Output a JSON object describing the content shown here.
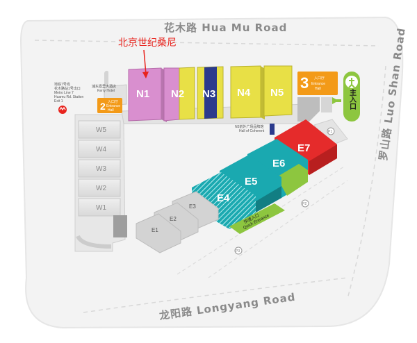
{
  "annotation": {
    "text": "北京世纪桑尼",
    "color": "#e8231d"
  },
  "roads": {
    "north": "花木路  Hua Mu Road",
    "east": "罗山路  Luo Shan Road",
    "south": "龙阳路  Longyang Road"
  },
  "metro": {
    "line1": "地铁7号线",
    "line2": "花木路站1号出口",
    "line3": "Metro Line 7",
    "line4": "Huamu Rd. Station",
    "line5": "Exit 1"
  },
  "hotel": {
    "zh": "浦东嘉里大酒店",
    "en": "Kerry Hotel"
  },
  "entrance_hall_2": {
    "num": "2",
    "zh": "入口厅",
    "en1": "Entrance",
    "en2": "Hall"
  },
  "entrance_hall_3": {
    "num": "3",
    "zh": "入口厅",
    "en1": "Entrance",
    "en2": "Hall"
  },
  "main_entrance": {
    "zh": "主入口"
  },
  "hall_of_coherent": {
    "zh": "N5前外广场品牌馆",
    "en": "Hall of Coherent"
  },
  "quick_entrance": {
    "zh": "快速入口",
    "en": "Quick Entrance"
  },
  "parking": {
    "p1": "P1",
    "p2": "P2",
    "p3": "P3"
  },
  "north_halls": [
    {
      "label": "N1",
      "color": "#d98fcf"
    },
    {
      "label": "N2",
      "color": "#d98fcf"
    },
    {
      "label": "N3",
      "color": "#2b3a8c"
    },
    {
      "label": "N4",
      "color": "#e8e046"
    },
    {
      "label": "N5",
      "color": "#e8e046"
    }
  ],
  "west_halls": [
    "W5",
    "W4",
    "W3",
    "W2",
    "W1"
  ],
  "east_halls": [
    {
      "label": "E7",
      "color": "#e52b2b"
    },
    {
      "label": "E6",
      "color": "#1aa9b0"
    },
    {
      "label": "E5",
      "color": "#1aa9b0"
    },
    {
      "label": "E4",
      "color": "#1aa9b0"
    },
    {
      "label": "E3",
      "color": "#d0d0d0"
    },
    {
      "label": "E2",
      "color": "#d0d0d0"
    },
    {
      "label": "E1",
      "color": "#d0d0d0"
    }
  ]
}
